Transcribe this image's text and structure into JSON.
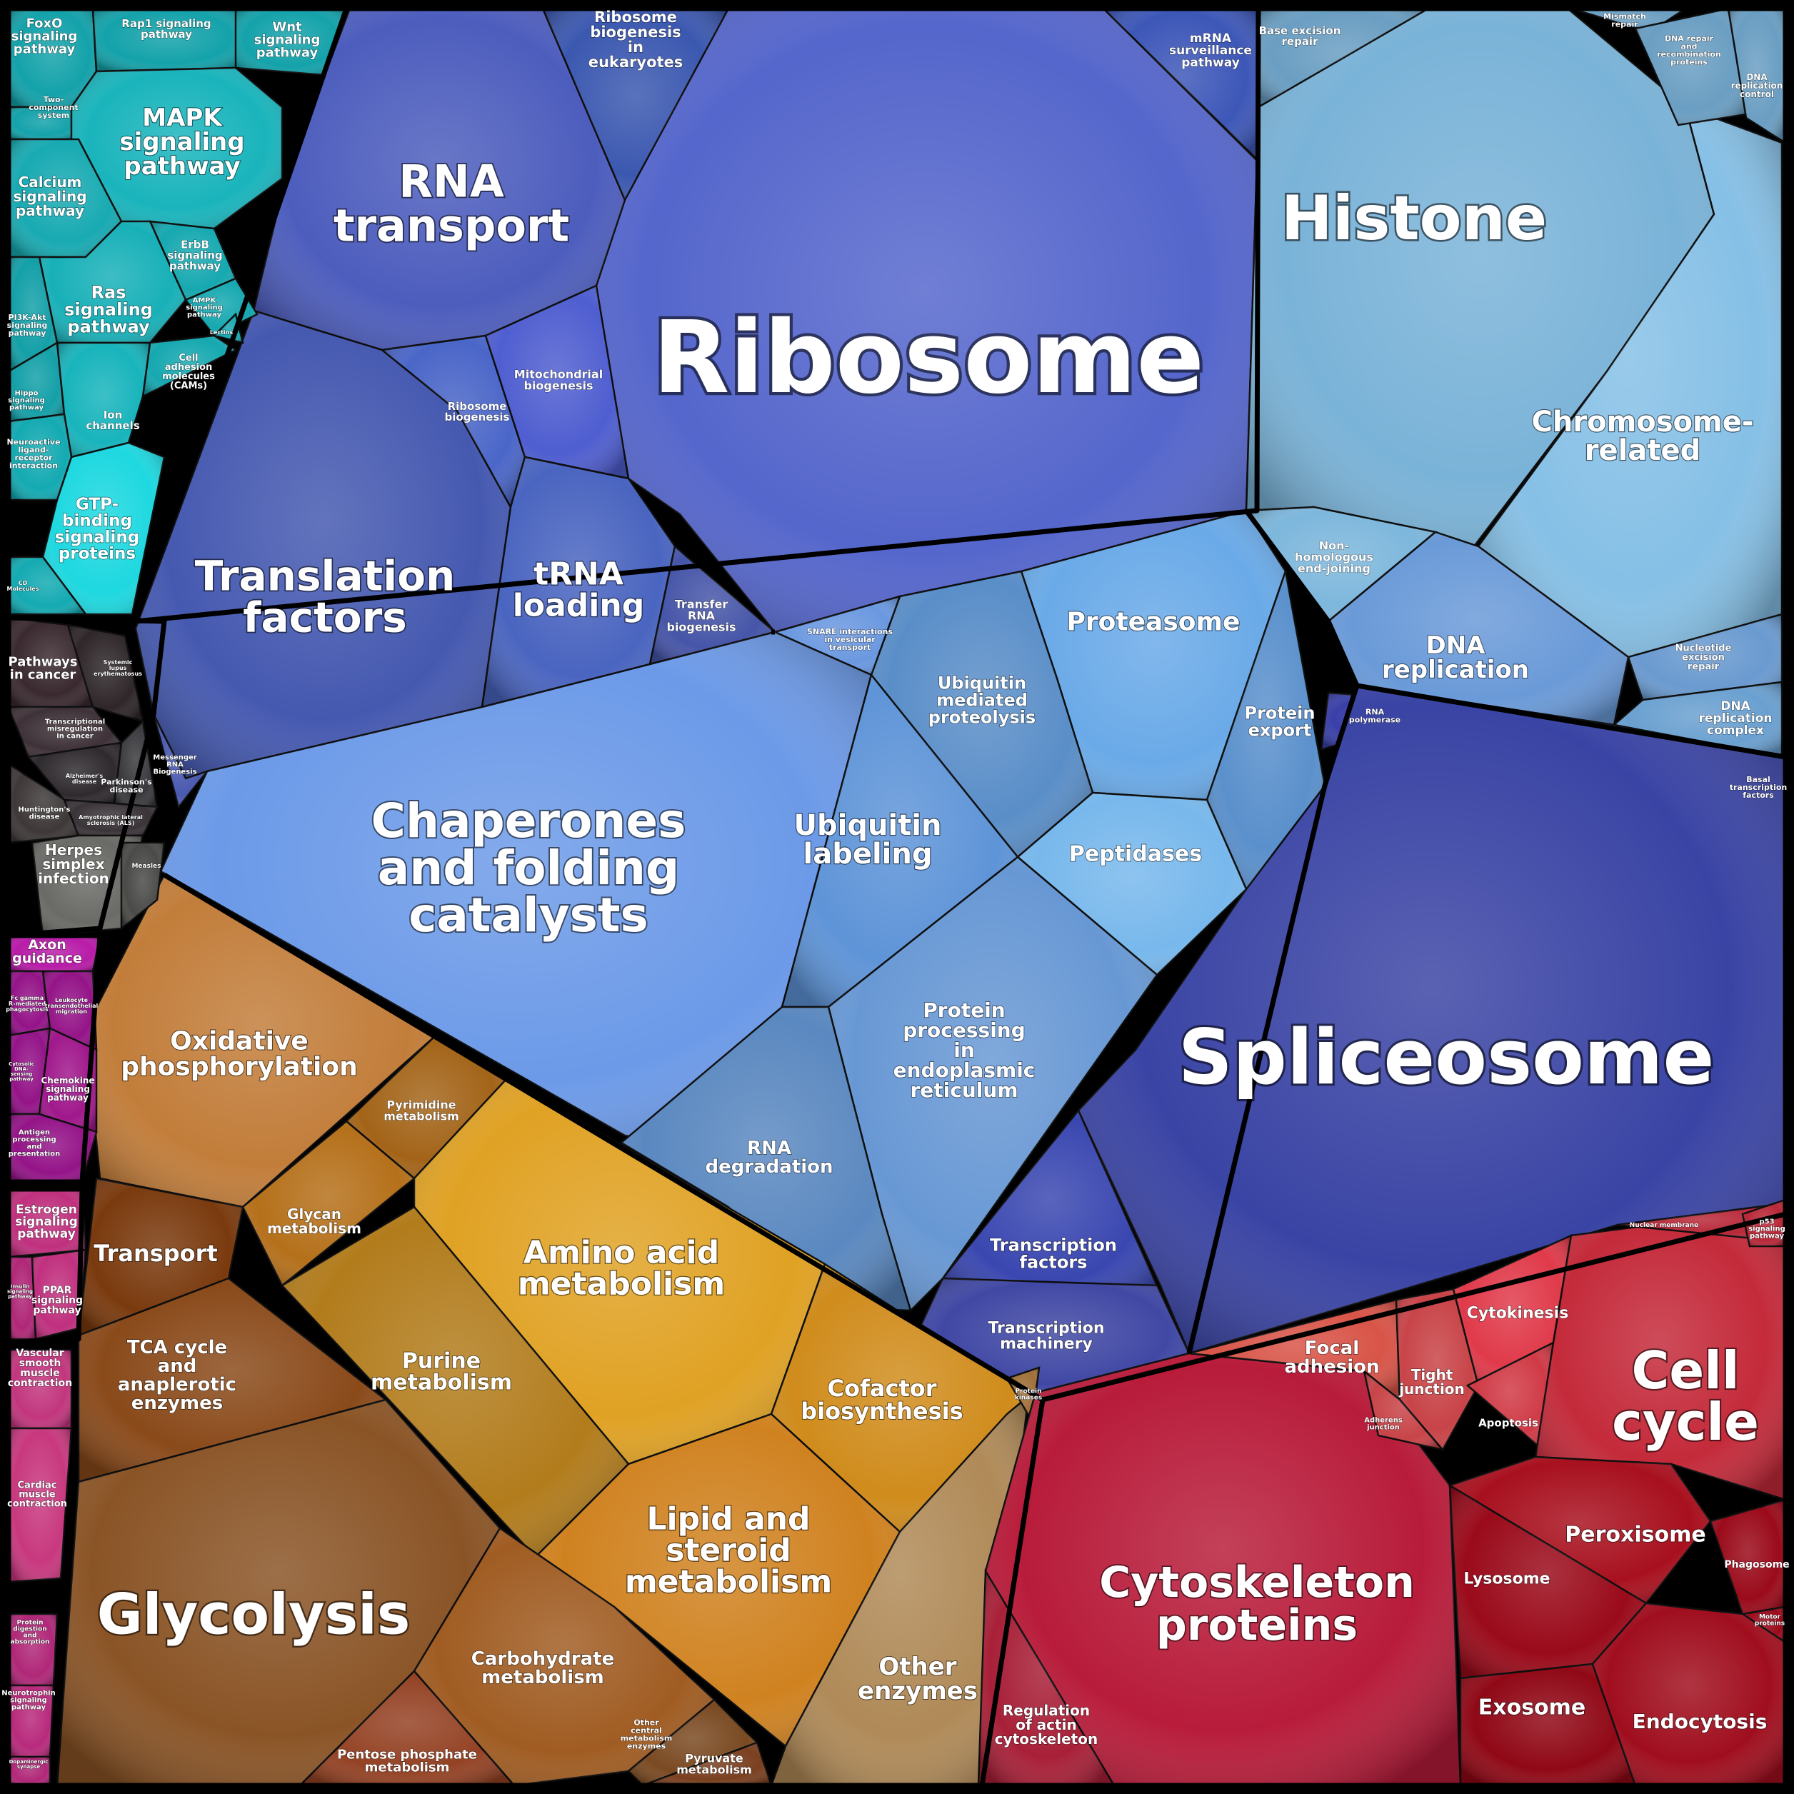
{
  "colors": {
    "signaling": "#1aa7b0",
    "disease": "#3a3438",
    "immune": "#9a1c8e",
    "endocrine": "#c0327f",
    "genetic_information": "#4a58b8",
    "protein_processing": "#5f8fd0",
    "dna_chromatin": "#6fa8cf",
    "metabolism": "#c17c22",
    "cellular_processes": "#b3203a"
  },
  "cells": [
    {
      "id": "ribosome",
      "label": [
        "Ribosome"
      ],
      "color": "#5566cc",
      "fs": 140
    },
    {
      "id": "rna-transport",
      "label": [
        "RNA",
        "transport"
      ],
      "color": "#4d5dbd",
      "fs": 62
    },
    {
      "id": "ribosome-biogenesis-eukaryotes",
      "label": [
        "Ribosome",
        "biogenesis",
        "in",
        "eukaryotes"
      ],
      "color": "#3b58b0",
      "fs": 21
    },
    {
      "id": "mrna-surveillance",
      "label": [
        "mRNA",
        "surveillance",
        "pathway"
      ],
      "color": "#3d57b8",
      "fs": 17
    },
    {
      "id": "translation-factors",
      "label": [
        "Translation",
        "factors"
      ],
      "color": "#4559b0",
      "fs": 58
    },
    {
      "id": "ribosome-biogenesis",
      "label": [
        "Ribosome",
        "biogenesis"
      ],
      "color": "#4a66c8",
      "fs": 15
    },
    {
      "id": "mitochondrial-biogenesis",
      "label": [
        "Mitochondrial",
        "biogenesis"
      ],
      "color": "#4f5ed0",
      "fs": 16
    },
    {
      "id": "trna-loading",
      "label": [
        "tRNA",
        "loading"
      ],
      "color": "#4a65c0",
      "fs": 44
    },
    {
      "id": "transfer-rna-biogenesis",
      "label": [
        "Transfer",
        "RNA",
        "biogenesis"
      ],
      "color": "#4655a8",
      "fs": 16
    },
    {
      "id": "histone",
      "label": [
        "Histone"
      ],
      "color": "#7ab3d8",
      "fs": 86
    },
    {
      "id": "chromosome-related",
      "label": [
        "Chromosome-",
        "related"
      ],
      "color": "#86c0e6",
      "fs": 40
    },
    {
      "id": "base-excision-repair",
      "label": [
        "Base excision",
        "repair"
      ],
      "color": "#6a9ec2",
      "fs": 15
    },
    {
      "id": "mismatch-repair",
      "label": [
        "Mismatch",
        "repair"
      ],
      "color": "#6a9ec2",
      "fs": 11
    },
    {
      "id": "dna-repair-recombination",
      "label": [
        "DNA repair",
        "and",
        "recombination",
        "proteins"
      ],
      "color": "#6a9ec2",
      "fs": 11
    },
    {
      "id": "dna-replication-control",
      "label": [
        "DNA",
        "replication",
        "control"
      ],
      "color": "#6a9ec2",
      "fs": 12
    },
    {
      "id": "non-homologous-end-joining",
      "label": [
        "Non-",
        "homologous",
        "end-joining"
      ],
      "color": "#7db7dc",
      "fs": 16
    },
    {
      "id": "dna-replication",
      "label": [
        "DNA",
        "replication"
      ],
      "color": "#6a9ad8",
      "fs": 34
    },
    {
      "id": "nucleotide-excision-repair",
      "label": [
        "Nucleotide",
        "excision",
        "repair"
      ],
      "color": "#6a9ad0",
      "fs": 13
    },
    {
      "id": "dna-replication-complex",
      "label": [
        "DNA",
        "replication",
        "complex"
      ],
      "color": "#6aa0d0",
      "fs": 17
    },
    {
      "id": "rna-polymerase",
      "label": [
        "RNA",
        "polymerase"
      ],
      "color": "#3a40a8",
      "fs": 11
    },
    {
      "id": "basal-transcription-factors",
      "label": [
        "Basal",
        "transcription",
        "factors"
      ],
      "color": "#3036a0",
      "fs": 11
    },
    {
      "id": "spliceosome",
      "label": [
        "Spliceosome"
      ],
      "color": "#3a44a4",
      "fs": 106
    },
    {
      "id": "transcription-factors",
      "label": [
        "Transcription",
        "factors"
      ],
      "color": "#3a47b0",
      "fs": 24
    },
    {
      "id": "transcription-machinery",
      "label": [
        "Transcription",
        "machinery"
      ],
      "color": "#4048a4",
      "fs": 22
    },
    {
      "id": "proteasome",
      "label": [
        "Proteasome"
      ],
      "color": "#6aaae8",
      "fs": 36
    },
    {
      "id": "ubiquitin-mediated-proteolysis",
      "label": [
        "Ubiquitin",
        "mediated",
        "proteolysis"
      ],
      "color": "#5a8ec8",
      "fs": 24
    },
    {
      "id": "snare-interactions",
      "label": [
        "SNARE interactions",
        "in vesicular",
        "transport"
      ],
      "color": "#6a98e0",
      "fs": 11
    },
    {
      "id": "protein-export",
      "label": [
        "Protein",
        "export"
      ],
      "color": "#5a90cc",
      "fs": 24
    },
    {
      "id": "peptidases",
      "label": [
        "Peptidases"
      ],
      "color": "#78b8ec",
      "fs": 30
    },
    {
      "id": "chaperones-folding",
      "label": [
        "Chaperones",
        "and folding",
        "catalysts"
      ],
      "color": "#6c9ae8",
      "fs": 66
    },
    {
      "id": "ubiquitin-labeling",
      "label": [
        "Ubiquitin",
        "labeling"
      ],
      "color": "#5e94d8",
      "fs": 40
    },
    {
      "id": "protein-processing-er",
      "label": [
        "Protein",
        "processing",
        "in",
        "endoplasmic",
        "reticulum"
      ],
      "color": "#6898d4",
      "fs": 28
    },
    {
      "id": "rna-degradation",
      "label": [
        "RNA",
        "degradation"
      ],
      "color": "#5a88c0",
      "fs": 26
    },
    {
      "id": "messenger-rna-biogenesis",
      "label": [
        "Messenger",
        "RNA",
        "Biogenesis"
      ],
      "color": "#4a5ab0",
      "fs": 10
    },
    {
      "id": "oxidative-phosphorylation",
      "label": [
        "Oxidative",
        "phosphorylation"
      ],
      "color": "#c27d3a",
      "fs": 36
    },
    {
      "id": "pyrimidine-metabolism",
      "label": [
        "Pyrimidine",
        "metabolism"
      ],
      "color": "#a36418",
      "fs": 16
    },
    {
      "id": "glycan-metabolism",
      "label": [
        "Glycan",
        "metabolism"
      ],
      "color": "#b5701a",
      "fs": 20
    },
    {
      "id": "transport",
      "label": [
        "Transport"
      ],
      "color": "#7a3a0e",
      "fs": 32
    },
    {
      "id": "amino-acid-metabolism",
      "label": [
        "Amino acid",
        "metabolism"
      ],
      "color": "#e0a224",
      "fs": 44
    },
    {
      "id": "purine-metabolism",
      "label": [
        "Purine",
        "metabolism"
      ],
      "color": "#b27c1c",
      "fs": 30
    },
    {
      "id": "cofactor-biosynthesis",
      "label": [
        "Cofactor",
        "biosynthesis"
      ],
      "color": "#d08c1c",
      "fs": 32
    },
    {
      "id": "tca-cycle",
      "label": [
        "TCA cycle",
        "and",
        "anaplerotic",
        "enzymes"
      ],
      "color": "#8a4a1a",
      "fs": 26
    },
    {
      "id": "lipid-steroid-metabolism",
      "label": [
        "Lipid and",
        "steroid",
        "metabolism"
      ],
      "color": "#d08220",
      "fs": 44
    },
    {
      "id": "glycolysis",
      "label": [
        "Glycolysis"
      ],
      "color": "#8a5426",
      "fs": 78
    },
    {
      "id": "carbohydrate-metabolism",
      "label": [
        "Carbohydrate",
        "metabolism"
      ],
      "color": "#a05c22",
      "fs": 26
    },
    {
      "id": "pentose-phosphate",
      "label": [
        "Pentose phosphate",
        "metabolism"
      ],
      "color": "#944224",
      "fs": 18
    },
    {
      "id": "other-central-metabolism",
      "label": [
        "Other",
        "central",
        "metabolism",
        "enzymes"
      ],
      "color": "#7a4a22",
      "fs": 11
    },
    {
      "id": "pyruvate-metabolism",
      "label": [
        "Pyruvate",
        "metabolism"
      ],
      "color": "#7a4020",
      "fs": 16
    },
    {
      "id": "other-enzymes",
      "label": [
        "Other",
        "enzymes"
      ],
      "color": "#b08a58",
      "fs": 34
    },
    {
      "id": "protein-kinases",
      "label": [
        "Protein",
        "kinases"
      ],
      "color": "#a07038",
      "fs": 9
    },
    {
      "id": "cytoskeleton-proteins",
      "label": [
        "Cytoskeleton",
        "proteins"
      ],
      "color": "#b81c3a",
      "fs": 60
    },
    {
      "id": "regulation-actin-cytoskeleton",
      "label": [
        "Regulation",
        "of actin",
        "cytoskeleton"
      ],
      "color": "#a82038",
      "fs": 20
    },
    {
      "id": "focal-adhesion",
      "label": [
        "Focal",
        "adhesion"
      ],
      "color": "#d85448",
      "fs": 26
    },
    {
      "id": "tight-junction",
      "label": [
        "Tight",
        "junction"
      ],
      "color": "#c84448",
      "fs": 20
    },
    {
      "id": "adherens-junction",
      "label": [
        "Adherens",
        "junction"
      ],
      "color": "#c84448",
      "fs": 10
    },
    {
      "id": "cytokinesis",
      "label": [
        "Cytokinesis"
      ],
      "color": "#e03a4a",
      "fs": 22
    },
    {
      "id": "apoptosis",
      "label": [
        "Apoptosis"
      ],
      "color": "#d03a46",
      "fs": 15
    },
    {
      "id": "cell-cycle",
      "label": [
        "Cell",
        "cycle"
      ],
      "color": "#c42a3a",
      "fs": 72
    },
    {
      "id": "nuclear-membrane",
      "label": [
        "Nuclear membrane"
      ],
      "color": "#b82838",
      "fs": 9
    },
    {
      "id": "p53-signaling",
      "label": [
        "p53",
        "signaling",
        "pathway"
      ],
      "color": "#b82838",
      "fs": 10
    },
    {
      "id": "peroxisome",
      "label": [
        "Peroxisome"
      ],
      "color": "#a8101e",
      "fs": 30
    },
    {
      "id": "lysosome",
      "label": [
        "Lysosome"
      ],
      "color": "#9a0a1a",
      "fs": 22
    },
    {
      "id": "phagosome",
      "label": [
        "Phagosome"
      ],
      "color": "#9a0a1a",
      "fs": 14
    },
    {
      "id": "motor-proteins",
      "label": [
        "Motor",
        "proteins"
      ],
      "color": "#9a0a1a",
      "fs": 9
    },
    {
      "id": "exosome",
      "label": [
        "Exosome"
      ],
      "color": "#900816",
      "fs": 30
    },
    {
      "id": "endocytosis",
      "label": [
        "Endocytosis"
      ],
      "color": "#a00e1e",
      "fs": 28
    },
    {
      "id": "foxo-signaling",
      "label": [
        "FoxO",
        "signaling",
        "pathway"
      ],
      "color": "#14a2aa",
      "fs": 18
    },
    {
      "id": "rap1-signaling",
      "label": [
        "Rap1 signaling",
        "pathway"
      ],
      "color": "#14a2aa",
      "fs": 15
    },
    {
      "id": "wnt-signaling",
      "label": [
        "Wnt",
        "signaling",
        "pathway"
      ],
      "color": "#14a2aa",
      "fs": 18
    },
    {
      "id": "two-component-system",
      "label": [
        "Two-",
        "component",
        "system"
      ],
      "color": "#14a2aa",
      "fs": 11
    },
    {
      "id": "mapk-signaling",
      "label": [
        "MAPK",
        "signaling",
        "pathway"
      ],
      "color": "#1ab4bc",
      "fs": 34
    },
    {
      "id": "calcium-signaling",
      "label": [
        "Calcium",
        "signaling",
        "pathway"
      ],
      "color": "#18aab2",
      "fs": 20
    },
    {
      "id": "erbb-signaling",
      "label": [
        "ErbB",
        "signaling",
        "pathway"
      ],
      "color": "#16a8b0",
      "fs": 15
    },
    {
      "id": "ras-signaling",
      "label": [
        "Ras",
        "signaling",
        "pathway"
      ],
      "color": "#18b0b8",
      "fs": 24
    },
    {
      "id": "ampk-signaling",
      "label": [
        "AMPK",
        "signaling",
        "pathway"
      ],
      "color": "#16a8b0",
      "fs": 10
    },
    {
      "id": "pi3k-akt-signaling",
      "label": [
        "PI3K-Akt",
        "signaling",
        "pathway"
      ],
      "color": "#14a0a8",
      "fs": 11
    },
    {
      "id": "cell-adhesion-molecules",
      "label": [
        "Cell",
        "adhesion",
        "molecules",
        "(CAMs)"
      ],
      "color": "#16a8b0",
      "fs": 13
    },
    {
      "id": "hippo-signaling",
      "label": [
        "Hippo",
        "signaling",
        "pathway"
      ],
      "color": "#14a0a8",
      "fs": 10
    },
    {
      "id": "ion-channels",
      "label": [
        "Ion",
        "channels"
      ],
      "color": "#18b4bc",
      "fs": 15
    },
    {
      "id": "neuroactive-ligand",
      "label": [
        "Neuroactive",
        "ligand-",
        "receptor",
        "interaction"
      ],
      "color": "#14aab2",
      "fs": 11
    },
    {
      "id": "gtp-binding-proteins",
      "label": [
        "GTP-",
        "binding",
        "signaling",
        "proteins"
      ],
      "color": "#1ed8e0",
      "fs": 23
    },
    {
      "id": "cd-molecules",
      "label": [
        "CD",
        "Molecules"
      ],
      "color": "#14aab2",
      "fs": 8
    },
    {
      "id": "lectins",
      "label": [
        "Lectins"
      ],
      "color": "#16a8b0",
      "fs": 8
    },
    {
      "id": "pathways-in-cancer",
      "label": [
        "Pathways",
        "in cancer"
      ],
      "color": "#3a2a30",
      "fs": 18
    },
    {
      "id": "systemic-lupus",
      "label": [
        "Systemic",
        "lupus",
        "erythematosus"
      ],
      "color": "#2e2628",
      "fs": 8
    },
    {
      "id": "transcriptional-misregulation",
      "label": [
        "Transcriptional",
        "misregulation",
        "in cancer"
      ],
      "color": "#3e3238",
      "fs": 10
    },
    {
      "id": "alzheimers-disease",
      "label": [
        "Alzheimer's",
        "disease"
      ],
      "color": "#2e2a2e",
      "fs": 8
    },
    {
      "id": "parkinsons-disease",
      "label": [
        "Parkinson's",
        "disease"
      ],
      "color": "#3a3a3e",
      "fs": 11
    },
    {
      "id": "huntingtons-disease",
      "label": [
        "Huntington's",
        "disease"
      ],
      "color": "#3e3838",
      "fs": 10
    },
    {
      "id": "als",
      "label": [
        "Amyotrophic lateral",
        "sclerosis (ALS)"
      ],
      "color": "#3a3438",
      "fs": 8
    },
    {
      "id": "herpes-simplex",
      "label": [
        "Herpes",
        "simplex",
        "infection"
      ],
      "color": "#6a6a66",
      "fs": 20
    },
    {
      "id": "measles",
      "label": [
        "Measles"
      ],
      "color": "#4a4a48",
      "fs": 9
    },
    {
      "id": "axon-guidance",
      "label": [
        "Axon",
        "guidance"
      ],
      "color": "#b81ca8",
      "fs": 19
    },
    {
      "id": "fc-gamma-phagocytosis",
      "label": [
        "Fc gamma",
        "R-mediated",
        "phagocytosis"
      ],
      "color": "#941488",
      "fs": 8
    },
    {
      "id": "leukocyte-migration",
      "label": [
        "Leukocyte",
        "transendothelial",
        "migration"
      ],
      "color": "#941488",
      "fs": 8
    },
    {
      "id": "cytosolic-dna-sensing",
      "label": [
        "Cytosolic",
        "DNA-",
        "sensing",
        "pathway"
      ],
      "color": "#941488",
      "fs": 7
    },
    {
      "id": "chemokine-signaling",
      "label": [
        "Chemokine",
        "signaling",
        "pathway"
      ],
      "color": "#a0188c",
      "fs": 12
    },
    {
      "id": "antigen-processing",
      "label": [
        "Antigen",
        "processing",
        "and",
        "presentation"
      ],
      "color": "#941488",
      "fs": 10
    },
    {
      "id": "estrogen-signaling",
      "label": [
        "Estrogen",
        "signaling",
        "pathway"
      ],
      "color": "#c0307e",
      "fs": 17
    },
    {
      "id": "insulin-signaling",
      "label": [
        "Insulin",
        "signaling",
        "pathway"
      ],
      "color": "#b02878",
      "fs": 7
    },
    {
      "id": "ppar-signaling",
      "label": [
        "PPAR",
        "signaling",
        "pathway"
      ],
      "color": "#c0307e",
      "fs": 14
    },
    {
      "id": "vascular-smooth-muscle",
      "label": [
        "Vascular",
        "smooth",
        "muscle",
        "contraction"
      ],
      "color": "#c2367e",
      "fs": 14
    },
    {
      "id": "cardiac-muscle",
      "label": [
        "Cardiac",
        "muscle",
        "contraction"
      ],
      "color": "#c8387e",
      "fs": 13
    },
    {
      "id": "protein-digestion",
      "label": [
        "Protein",
        "digestion",
        "and",
        "absorption"
      ],
      "color": "#b02878",
      "fs": 9
    },
    {
      "id": "neurotrophin-signaling",
      "label": [
        "Neurotrophin",
        "signaling",
        "pathway"
      ],
      "color": "#b82a7c",
      "fs": 10
    },
    {
      "id": "dopaminergic-synapse",
      "label": [
        "Dopaminergic",
        "synapse"
      ],
      "color": "#b02878",
      "fs": 7
    }
  ]
}
